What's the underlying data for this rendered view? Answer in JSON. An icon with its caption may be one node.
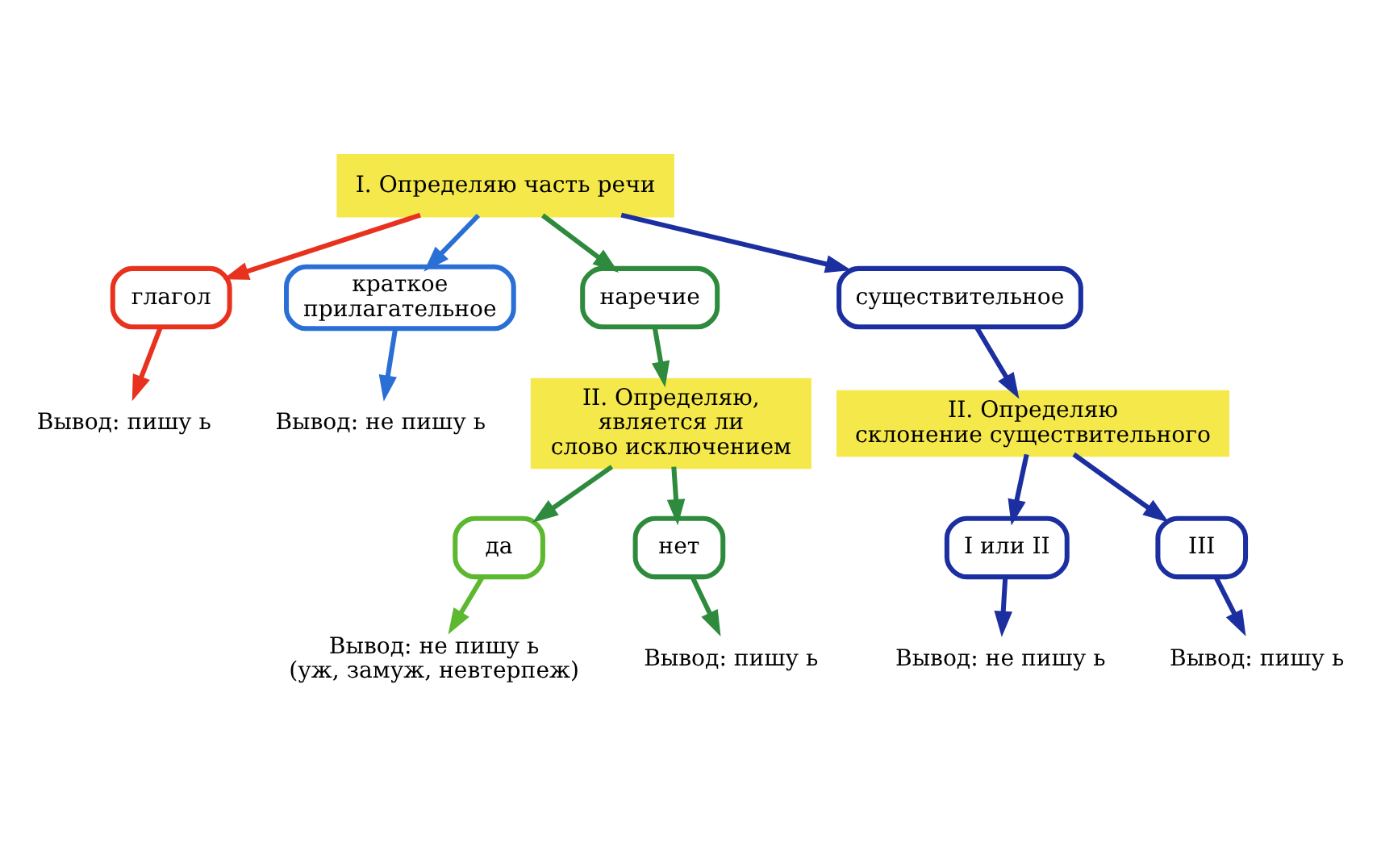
{
  "diagram": {
    "nodes": [
      {
        "text": [
          "I. Определяю часть речи"
        ]
      },
      {
        "text": [
          "глагол"
        ]
      },
      {
        "text": [
          "краткое прилагательное"
        ]
      },
      {
        "text": [
          "наречие"
        ]
      },
      {
        "text": [
          "существительное"
        ]
      },
      {
        "text": [
          "Вывод: пишу ь"
        ]
      },
      {
        "text": [
          "Вывод: не пишу ь"
        ]
      },
      {
        "text": [
          "II. Определяю, является ли слово исключением"
        ]
      },
      {
        "text": [
          "II. Определяю склонение существительного"
        ]
      },
      {
        "text": [
          "да"
        ]
      },
      {
        "text": [
          "нет"
        ]
      },
      {
        "text": [
          "I или II"
        ]
      },
      {
        "text": [
          "III"
        ]
      },
      {
        "text": [
          "Вывод: не пишу ь",
          "(уж, замуж, невтерпеж)"
        ]
      },
      {
        "text": [
          "Вывод: пишу ь"
        ]
      },
      {
        "text": [
          "Вывод: не пишу ь"
        ]
      },
      {
        "text": [
          "Вывод: пишу ь"
        ]
      }
    ],
    "edges": [
      {
        "from": 0,
        "to": 1,
        "arrow": "to",
        "color": "#e8321e"
      },
      {
        "from": 0,
        "to": 2,
        "arrow": "to",
        "color": "#2a6fd6"
      },
      {
        "from": 0,
        "to": 3,
        "arrow": "to",
        "color": "#2e8b3e"
      },
      {
        "from": 0,
        "to": 4,
        "arrow": "to",
        "color": "#1c2fa0"
      },
      {
        "from": 1,
        "to": 5,
        "arrow": "to",
        "color": "#e8321e"
      },
      {
        "from": 2,
        "to": 6,
        "arrow": "to",
        "color": "#2a6fd6"
      },
      {
        "from": 3,
        "to": 7,
        "arrow": "to",
        "color": "#2e8b3e"
      },
      {
        "from": 4,
        "to": 8,
        "arrow": "to",
        "color": "#1c2fa0"
      },
      {
        "from": 7,
        "to": 9,
        "arrow": "to",
        "color": "#2e8b3e"
      },
      {
        "from": 7,
        "to": 10,
        "arrow": "to",
        "color": "#2e8b3e"
      },
      {
        "from": 8,
        "to": 11,
        "arrow": "to",
        "color": "#1c2fa0"
      },
      {
        "from": 8,
        "to": 12,
        "arrow": "to",
        "color": "#1c2fa0"
      },
      {
        "from": 9,
        "to": 13,
        "arrow": "to",
        "color": "#5cb82e"
      },
      {
        "from": 10,
        "to": 14,
        "arrow": "to",
        "color": "#2e8b3e"
      },
      {
        "from": 11,
        "to": 15,
        "arrow": "to",
        "color": "#1c2fa0"
      },
      {
        "from": 12,
        "to": 16,
        "arrow": "to",
        "color": "#1c2fa0"
      }
    ]
  }
}
